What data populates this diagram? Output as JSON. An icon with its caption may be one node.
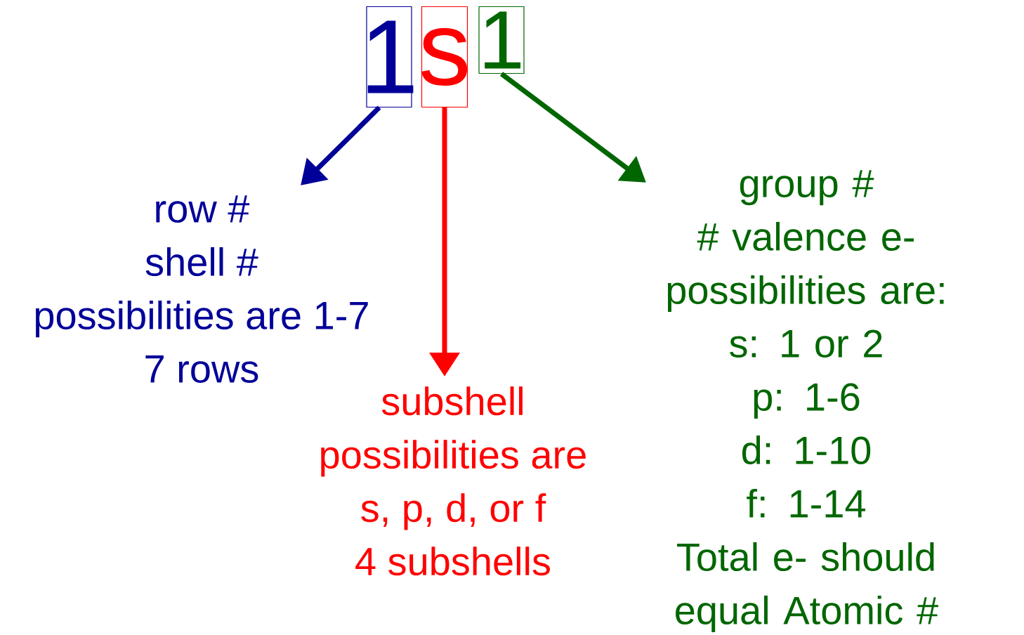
{
  "diagram": {
    "nodes": [
      {
        "text": [
          "1"
        ]
      },
      {
        "text": [
          "s"
        ]
      },
      {
        "text": [
          "1"
        ]
      },
      {
        "text": [
          "row #",
          "shell #",
          "possibilities are 1-7",
          "7 rows"
        ]
      },
      {
        "text": [
          "subshell",
          "possibilities are",
          "s, p, d, or f",
          "4 subshells"
        ]
      },
      {
        "text": [
          "group #",
          "# valence e-",
          "possibilities are:",
          "s: 1 or 2",
          "p: 1-6",
          "d: 1-10",
          "f: 1-14",
          "Total e- should equal Atomic #"
        ]
      }
    ],
    "edges": [
      {
        "from": 0,
        "to": 3,
        "arrow": "to",
        "color": "#000099"
      },
      {
        "from": 1,
        "to": 4,
        "arrow": "to",
        "color": "#ff0000"
      },
      {
        "from": 2,
        "to": 5,
        "arrow": "to",
        "color": "#006600"
      }
    ]
  }
}
